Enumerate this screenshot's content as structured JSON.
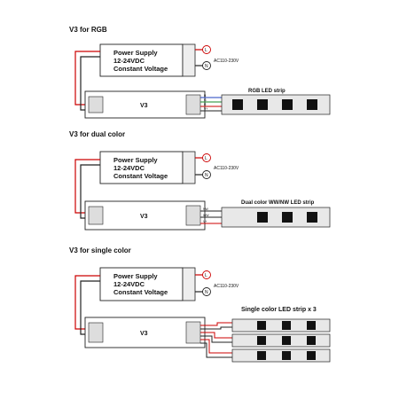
{
  "sections": [
    {
      "title": "V3 for RGB",
      "psu": {
        "line1": "Power Supply",
        "line2": "12-24VDC",
        "line3": "Constant Voltage"
      },
      "ac_label": "AC110-230V",
      "L": "L",
      "N": "N",
      "controller": "V3",
      "strip_label": "RGB LED strip",
      "channels": [
        "B",
        "G",
        "R",
        "V+"
      ]
    },
    {
      "title": "V3 for dual color",
      "psu": {
        "line1": "Power Supply",
        "line2": "12-24VDC",
        "line3": "Constant Voltage"
      },
      "ac_label": "AC110-230V",
      "L": "L",
      "N": "N",
      "controller": "V3",
      "strip_label": "Dual color WW/NW LED strip",
      "channels": [
        "NW",
        "WW",
        "V+"
      ]
    },
    {
      "title": "V3 for single color",
      "psu": {
        "line1": "Power Supply",
        "line2": "12-24VDC",
        "line3": "Constant Voltage"
      },
      "ac_label": "AC110-230V",
      "L": "L",
      "N": "N",
      "controller": "V3",
      "strip_label": "Single color LED strip x 3",
      "channels": []
    }
  ]
}
